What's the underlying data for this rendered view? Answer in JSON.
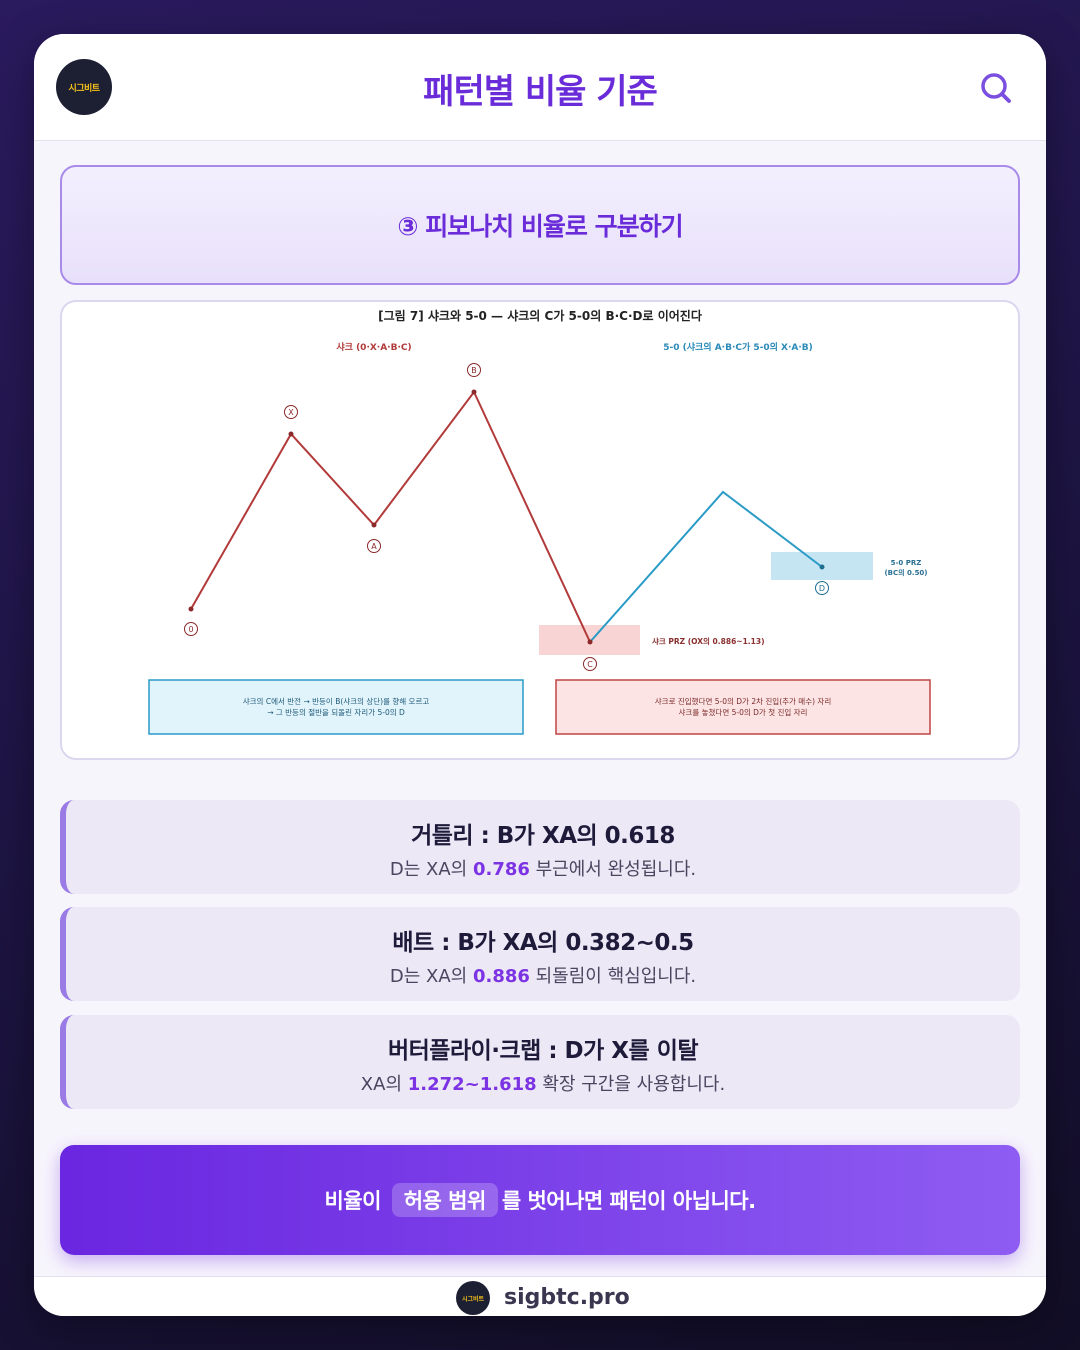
{
  "header": {
    "logo_text": "시그비트",
    "title": "패턴별 비율 기준",
    "search_icon": "search-icon"
  },
  "section": {
    "title": "③ 피보나치 비율로 구분하기"
  },
  "figure": {
    "title": "[그림 7] 샤크와 5-0 — 샤크의 C가 5-0의 B·C·D로 이어진다",
    "left_label": "샤크 (0·X·A·B·C)",
    "right_label": "5-0 (샤크의 A·B·C가 5-0의 X·A·B)",
    "points": {
      "o": "0",
      "x": "X",
      "a": "A",
      "b": "B",
      "c": "C",
      "d": "D"
    },
    "shark_prz": "샤크 PRZ (OX의 0.886~1.13)",
    "prz50_line1": "5-0 PRZ",
    "prz50_line2": "(BC의 0.50)",
    "note_left_line1": "샤크의 C에서 반전 → 반등이 B(샤크의 상단)를 향해 오르고",
    "note_left_line2": "→ 그 반등의 절반을 되돌린 자리가 5-0의 D",
    "note_right_line1": "샤크로 진입했다면 5-0의 D가 2차 진입(추가 매수) 자리",
    "note_right_line2": "샤크를 놓쳤다면 5-0의 D가 첫 진입 자리",
    "colors": {
      "shark": "#b23a3a",
      "fiveo": "#2a9bc7"
    }
  },
  "rules": [
    {
      "title": "거틀리 : B가 XA의 0.618",
      "desc_pre": "D는 XA의 ",
      "desc_value": "0.786",
      "desc_post": " 부근에서 완성됩니다."
    },
    {
      "title": "배트 : B가 XA의 0.382~0.5",
      "desc_pre": "D는 XA의 ",
      "desc_value": "0.886",
      "desc_post": " 되돌림이 핵심입니다."
    },
    {
      "title": "버터플라이·크랩 : D가 X를 이탈",
      "desc_pre": "XA의 ",
      "desc_value": "1.272~1.618",
      "desc_post": " 확장 구간을 사용합니다."
    }
  ],
  "cta": {
    "pre": "비율이",
    "highlight": "허용 범위",
    "post": "를 벗어나면 패턴이 아닙니다."
  },
  "footer": {
    "logo_text": "시그비트",
    "site": "sigbtc.pro"
  },
  "colors": {
    "accent": "#6a2bd9",
    "value": "#7b33e3"
  }
}
